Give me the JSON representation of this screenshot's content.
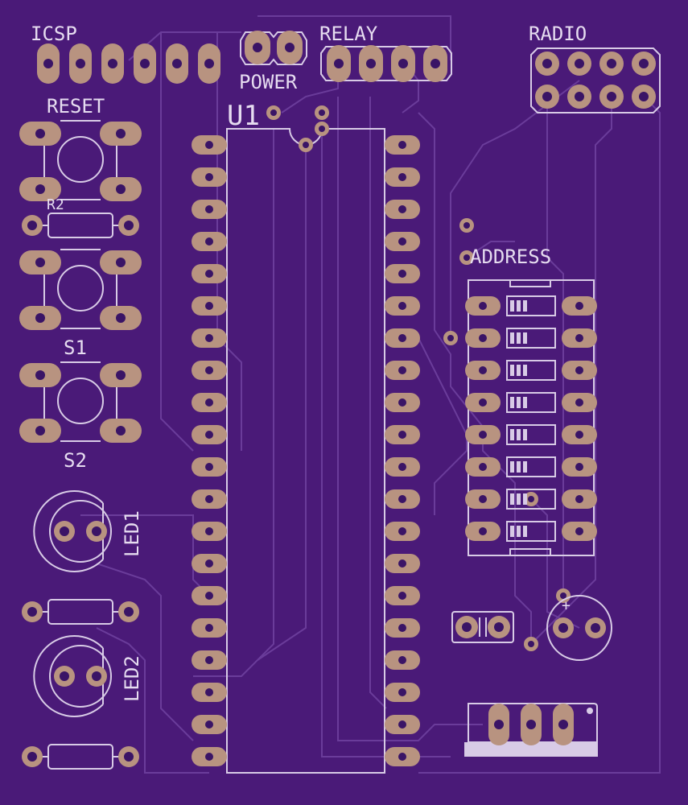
{
  "board": {
    "background": "#4a1a78",
    "silkscreen_color": "#d8cbe6",
    "pad_color": "#b89380",
    "trace_color": "#6a3c9a"
  },
  "labels": {
    "icsp": "ICSP",
    "power": "POWER",
    "relay": "RELAY",
    "radio": "RADIO",
    "reset": "RESET",
    "r2": "R2",
    "u1": "U1",
    "address": "ADDRESS",
    "s1": "S1",
    "s2": "S2",
    "led1": "LED1",
    "led2": "LED2",
    "cap_plus": "+"
  }
}
